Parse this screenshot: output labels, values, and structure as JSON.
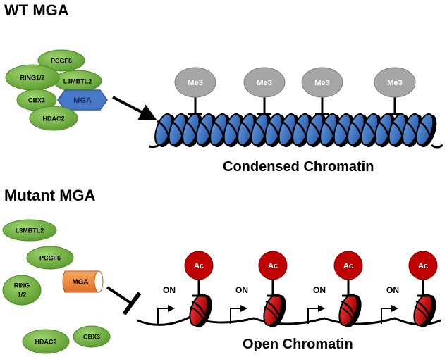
{
  "sections": {
    "wt_title": "WT MGA",
    "mutant_title": "Mutant MGA"
  },
  "wt_complex": {
    "proteins": [
      "PCGF6",
      "RING1/2",
      "L3MBTL2",
      "CBX3",
      "HDAC2"
    ],
    "mga": "MGA"
  },
  "mutant_proteins": {
    "l3mbtl2": "L3MBTL2",
    "pcgf6": "PCGF6",
    "ring_line1": "RING",
    "ring_line2": "1/2",
    "hdac2": "HDAC2",
    "cbx3": "CBX3",
    "mga": "MGA"
  },
  "condensed": {
    "mark": "Me3",
    "mark_count": 4,
    "label": "Condensed Chromatin"
  },
  "open": {
    "mark": "Ac",
    "mark_count": 4,
    "on_label": "ON",
    "label": "Open Chromatin"
  },
  "colors": {
    "protein_green": "#6db33f",
    "mga_blue": "#4a78c9",
    "mga_orange": "#f08a3c",
    "me3_grey": "#a6a6a6",
    "ac_red": "#c00000",
    "nucleosome_blue": "#3c73c4",
    "nucleosome_red": "#d01010"
  }
}
